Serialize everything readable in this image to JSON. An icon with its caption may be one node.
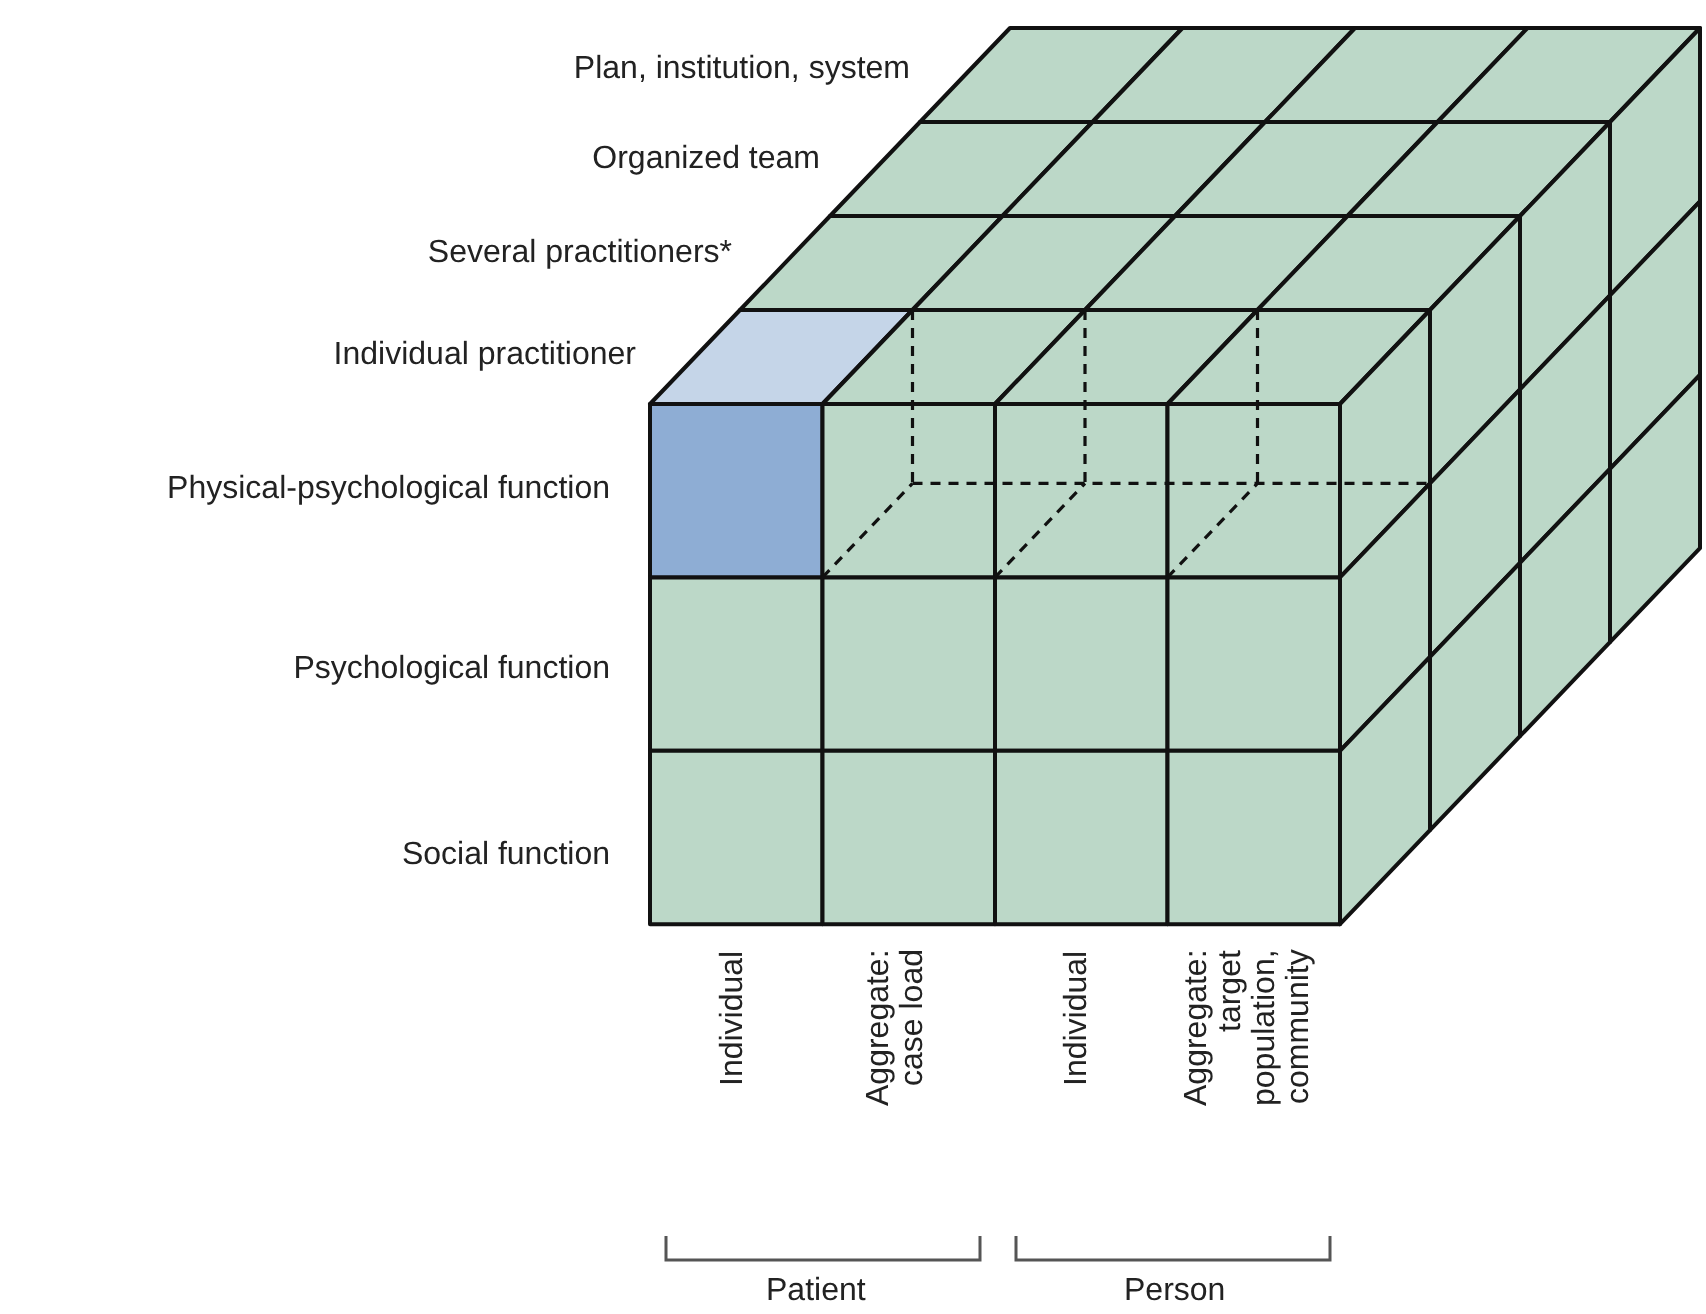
{
  "diagram": {
    "labels": [
      "Plan, institution, system",
      "Organized team",
      "Several practitioners*",
      "Individual practitioner",
      "Physical-psychological function",
      "Psychological function",
      "Social function",
      "Individual",
      "Aggregate: case load",
      "Individual",
      "Aggregate: target population, community",
      "Patient",
      "Person"
    ]
  }
}
